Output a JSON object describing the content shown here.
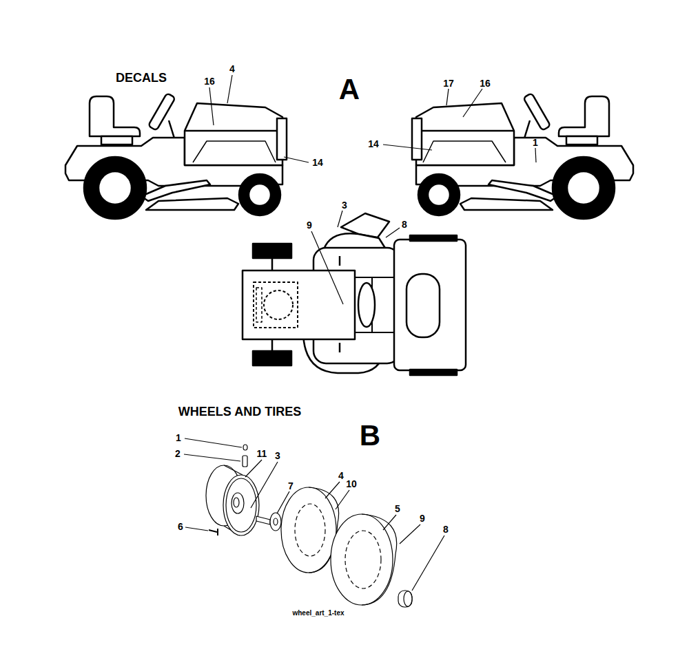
{
  "diagram": {
    "labels": [
      "DECALS",
      "4",
      "16",
      "A",
      "17",
      "16",
      "14",
      "14",
      "1",
      "3",
      "8",
      "9",
      "WHEELS AND TIRES",
      "B",
      "1",
      "2",
      "11",
      "3",
      "7",
      "4",
      "10",
      "5",
      "9",
      "6",
      "8",
      "wheel_art_1-tex"
    ]
  }
}
